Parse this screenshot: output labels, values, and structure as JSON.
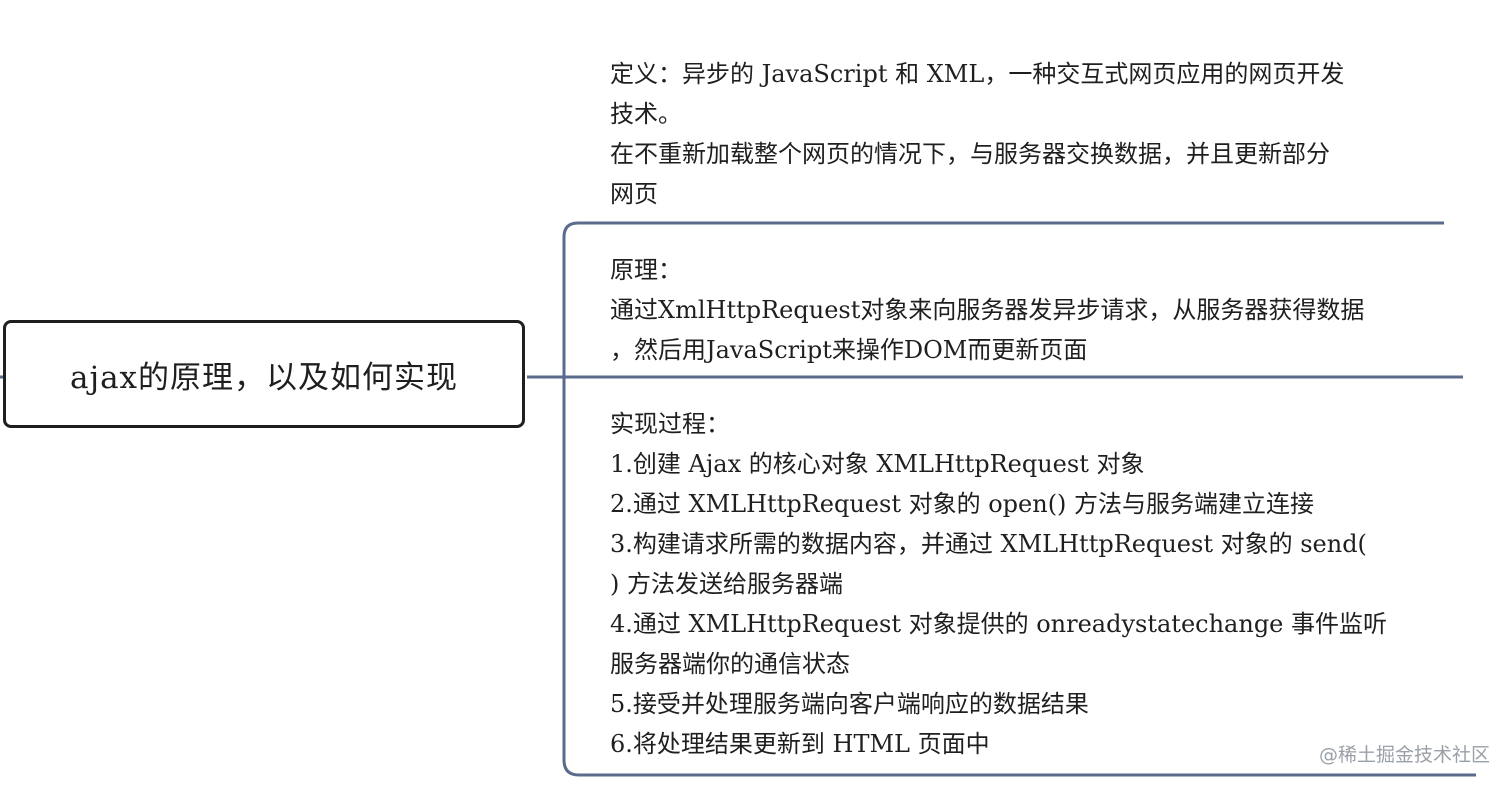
{
  "root": {
    "title": "ajax的原理，以及如何实现"
  },
  "branches": {
    "definition": [
      "定义：异步的 JavaScript 和 XML，一种交互式网页应用的网页开发",
      "技术。",
      "在不重新加载整个网页的情况下，与服务器交换数据，并且更新部分",
      "网页"
    ],
    "principle": [
      "原理：",
      "通过XmlHttpRequest对象来向服务器发异步请求，从服务器获得数据",
      "，然后用JavaScript来操作DOM而更新页面"
    ],
    "implementation": [
      "实现过程：",
      "1.创建 Ajax 的核心对象 XMLHttpRequest 对象",
      "2.通过 XMLHttpRequest 对象的 open() 方法与服务端建立连接",
      "3.构建请求所需的数据内容，并通过 XMLHttpRequest 对象的 send(",
      ") 方法发送给服务器端",
      "4.通过 XMLHttpRequest 对象提供的 onreadystatechange 事件监听",
      "服务器端你的通信状态",
      "5.接受并处理服务端向客户端响应的数据结果",
      "6.将处理结果更新到 HTML 页面中"
    ]
  },
  "watermark": "@稀土掘金技术社区",
  "colors": {
    "connector": "#5a6b8c",
    "root_border": "#1f1f1f"
  }
}
